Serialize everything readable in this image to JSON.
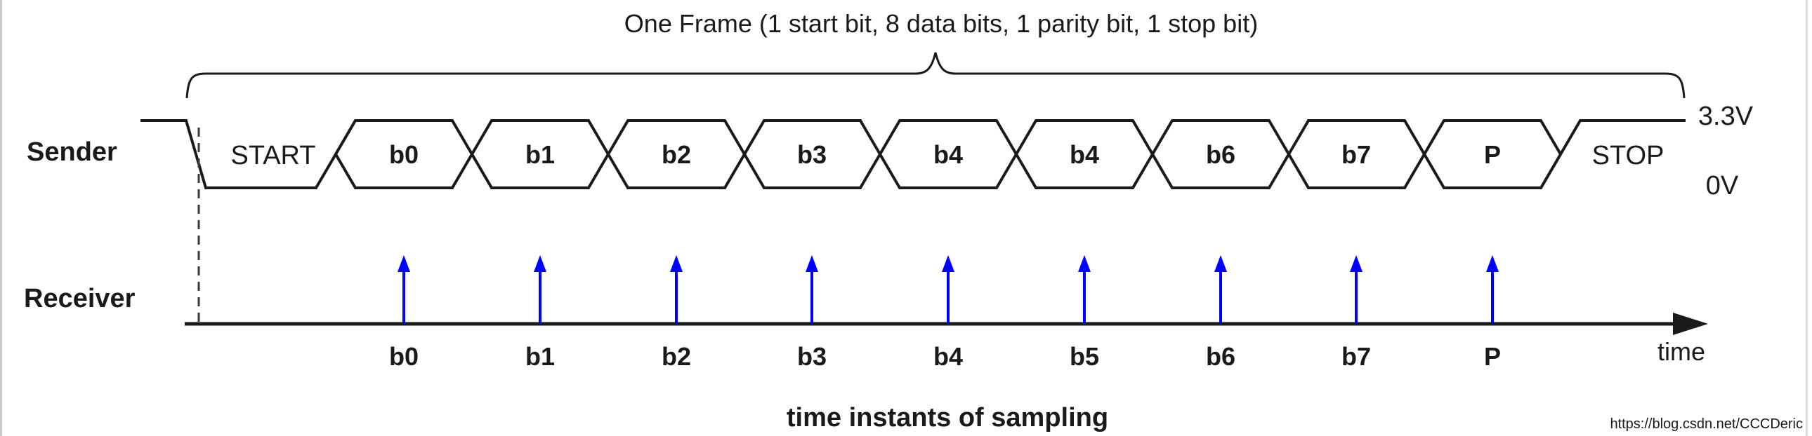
{
  "title": "One Frame (1 start bit, 8 data bits, 1 parity bit, 1 stop bit)",
  "colors": {
    "red": "#FF0000",
    "magenta": "#FF00FF",
    "blue": "#0000FF",
    "line": "#1a1a1a",
    "watermark": "#e6e6e6"
  },
  "sender": {
    "label": "Sender",
    "start_label": "START",
    "stop_label": "STOP",
    "high_level": "3.3V",
    "low_level": "0V",
    "cells": [
      {
        "label": "b0"
      },
      {
        "label": "b1"
      },
      {
        "label": "b2"
      },
      {
        "label": "b3"
      },
      {
        "label": "b4"
      },
      {
        "label": "b4"
      },
      {
        "label": "b6"
      },
      {
        "label": "b7"
      },
      {
        "label": "P"
      }
    ]
  },
  "receiver": {
    "label": "Receiver",
    "samples": [
      "b0",
      "b1",
      "b2",
      "b3",
      "b4",
      "b5",
      "b6",
      "b7",
      "P"
    ],
    "axis_label": "time",
    "caption": "time instants of sampling"
  },
  "watermark": "https://blog.csdn.net/CCCDeric"
}
